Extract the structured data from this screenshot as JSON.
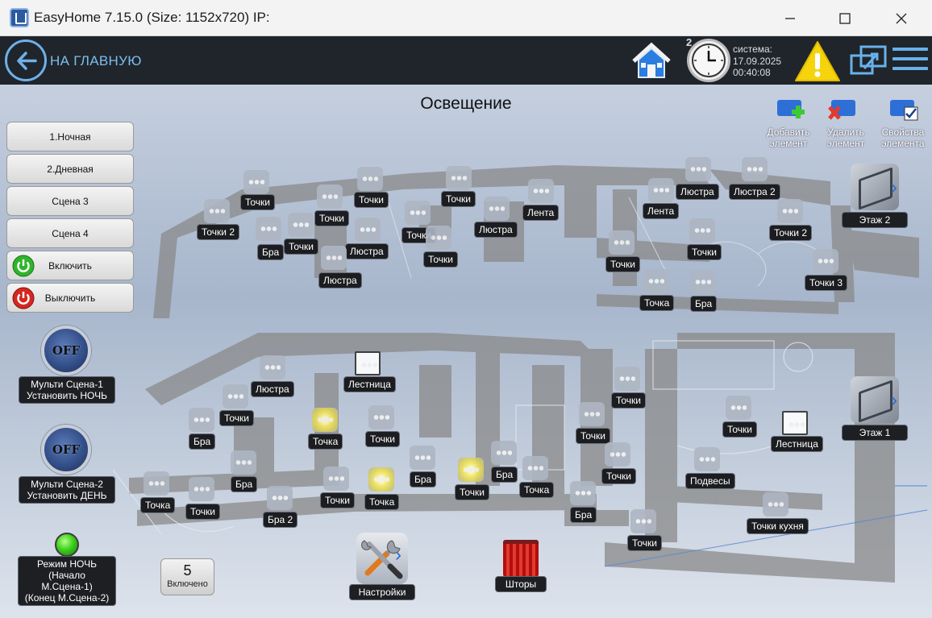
{
  "window": {
    "title": "EasyHome 7.15.0 (Size: 1152x720) IP:",
    "minimize": "minimize",
    "maximize": "maximize",
    "close": "close"
  },
  "topbar": {
    "back_label": "НА ГЛАВНУЮ",
    "clock_badge": "2",
    "system_label": "система:",
    "date": "17.09.2025",
    "time": "00:40:08"
  },
  "page_title": "Освещение",
  "toolbar": {
    "add": "Добавить элемент",
    "remove": "Удалить элемент",
    "props": "Свойства элемента"
  },
  "scenes": [
    {
      "label": "1.Ночная"
    },
    {
      "label": "2.Дневная"
    },
    {
      "label": "Сцена 3"
    },
    {
      "label": "Сцена 4"
    },
    {
      "label": "Включить"
    },
    {
      "label": "Выключить"
    }
  ],
  "multi1": {
    "state": "OFF",
    "line1": "Мульти Сцена-1",
    "line2": "Установить НОЧЬ"
  },
  "multi2": {
    "state": "OFF",
    "line1": "Мульти Сцена-2",
    "line2": "Установить ДЕНЬ"
  },
  "night_mode": {
    "line1": "Режим НОЧЬ",
    "line2": "(Начало М.Сцена-1)",
    "line3": "(Конец М.Сцена-2)"
  },
  "count": {
    "value": "5",
    "label": "Включено"
  },
  "settings_label": "Настройки",
  "curtains_label": "Шторы",
  "floors": {
    "floor2": "Этаж 2",
    "floor1": "Этаж 1"
  },
  "devices_floor2": [
    {
      "label": "Точки"
    },
    {
      "label": "Точки"
    },
    {
      "label": "Точки"
    },
    {
      "label": "Точки 2"
    },
    {
      "label": "Бра"
    },
    {
      "label": "Точки"
    },
    {
      "label": "Люстра"
    },
    {
      "label": "Точки"
    },
    {
      "label": "Точки"
    },
    {
      "label": "Точки"
    },
    {
      "label": "Люстра"
    },
    {
      "label": "Лента"
    },
    {
      "label": "Лента"
    },
    {
      "label": "Люстра"
    },
    {
      "label": "Люстра 2"
    },
    {
      "label": "Точки 2"
    },
    {
      "label": "Точки"
    },
    {
      "label": "Точки"
    },
    {
      "label": "Точки 3"
    },
    {
      "label": "Точка"
    },
    {
      "label": "Бра"
    }
  ],
  "devices_floor1": [
    {
      "label": "Лестница"
    },
    {
      "label": "Люстра"
    },
    {
      "label": "Точки"
    },
    {
      "label": "Бра"
    },
    {
      "label": "Точка"
    },
    {
      "label": "Точки"
    },
    {
      "label": "Бра"
    },
    {
      "label": "Точка"
    },
    {
      "label": "Точки"
    },
    {
      "label": "Бра 2"
    },
    {
      "label": "Точки"
    },
    {
      "label": "Точка"
    },
    {
      "label": "Бра"
    },
    {
      "label": "Точки"
    },
    {
      "label": "Бра"
    },
    {
      "label": "Точка"
    },
    {
      "label": "Бра"
    },
    {
      "label": "Точки"
    },
    {
      "label": "Точки"
    },
    {
      "label": "Точки"
    },
    {
      "label": "Подвесы"
    },
    {
      "label": "Точки"
    },
    {
      "label": "Лестница"
    },
    {
      "label": "Точки кухня"
    },
    {
      "label": "Точки"
    }
  ]
}
